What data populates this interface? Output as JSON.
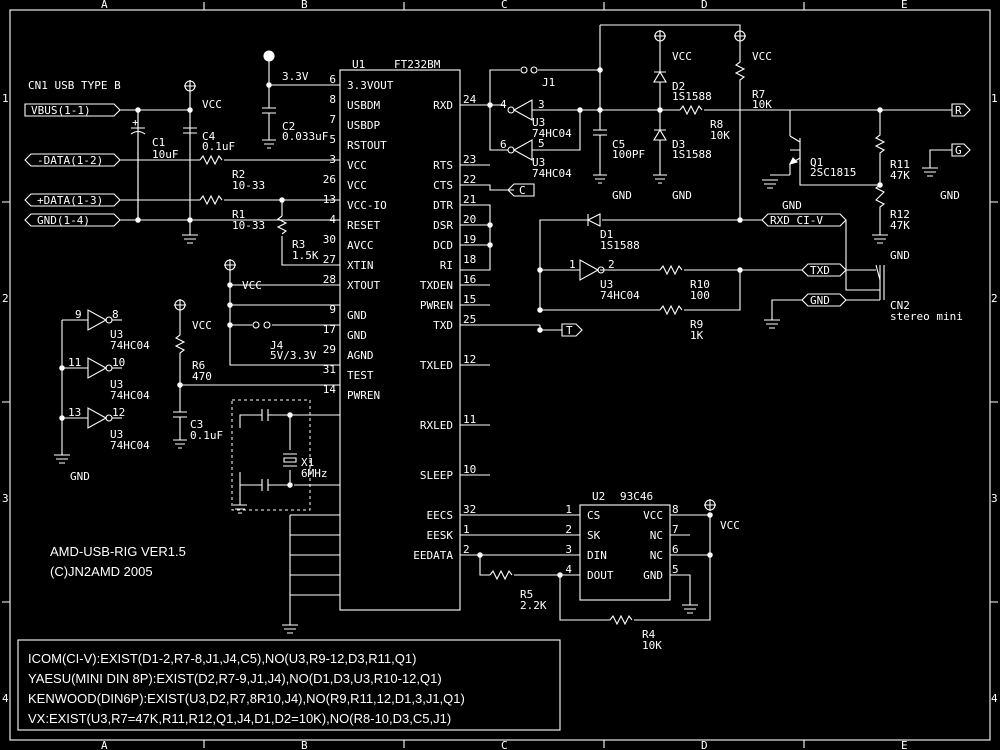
{
  "colors": {
    "background": "#000000",
    "line": "#ffffff"
  },
  "frame": {
    "cols": [
      "A",
      "B",
      "C",
      "D",
      "E"
    ],
    "rows": [
      "1",
      "2",
      "3",
      "4"
    ]
  },
  "title": {
    "line1": "AMD-USB-RIG VER1.5",
    "line2": "(C)JN2AMD 2005"
  },
  "notes": [
    "ICOM(CI-V):EXIST(D1-2,R7-8,J1,J4,C5),NO(U3,R9-12,D3,R11,Q1)",
    "YAESU(MINI DIN 8P):EXIST(D2,R7-9,J1,J4),NO(D1,D3,U3,R10-12,Q1)",
    "KENWOOD(DIN6P):EXIST(U3,D2,R7,8R10,J4),NO(R9,R11,12,D1,3,J1,Q1)",
    "VX:EXIST(U3,R7=47K,R11,R12,Q1,J4,D1,D2=10K),NO(R8-10,D3,C5,J1)"
  ],
  "u1": {
    "ref": "U1",
    "part": "FT232BM",
    "left_pins": [
      {
        "name": "3.3VOUT",
        "num": "6"
      },
      {
        "name": "USBDM",
        "num": "8"
      },
      {
        "name": "USBDP",
        "num": "7"
      },
      {
        "name": "RSTOUT",
        "num": "5"
      },
      {
        "name": "VCC",
        "num": "3"
      },
      {
        "name": "VCC",
        "num": "26"
      },
      {
        "name": "VCC-IO",
        "num": "13"
      },
      {
        "name": "RESET",
        "num": "4"
      },
      {
        "name": "AVCC",
        "num": "30"
      },
      {
        "name": "XTIN",
        "num": "27"
      },
      {
        "name": "XTOUT",
        "num": "28"
      },
      {
        "name": "GND",
        "num": "9"
      },
      {
        "name": "GND",
        "num": "17"
      },
      {
        "name": "AGND",
        "num": "29"
      },
      {
        "name": "TEST",
        "num": "31"
      },
      {
        "name": "PWREN",
        "num": "14"
      }
    ],
    "right_pins": [
      {
        "name": "RXD",
        "num": "24"
      },
      {
        "name": "RTS",
        "num": "23"
      },
      {
        "name": "CTS",
        "num": "22"
      },
      {
        "name": "DTR",
        "num": "21"
      },
      {
        "name": "DSR",
        "num": "20"
      },
      {
        "name": "DCD",
        "num": "19"
      },
      {
        "name": "RI",
        "num": "18"
      },
      {
        "name": "TXDEN",
        "num": "16"
      },
      {
        "name": "PWREN",
        "num": "15"
      },
      {
        "name": "TXD",
        "num": "25"
      },
      {
        "name": "TXLED",
        "num": "12"
      },
      {
        "name": "RXLED",
        "num": "11"
      },
      {
        "name": "SLEEP",
        "num": "10"
      },
      {
        "name": "EECS",
        "num": "32"
      },
      {
        "name": "EESK",
        "num": "1"
      },
      {
        "name": "EEDATA",
        "num": "2"
      }
    ]
  },
  "u2": {
    "ref": "U2",
    "part": "93C46",
    "left_pins": [
      {
        "name": "CS",
        "num": "1"
      },
      {
        "name": "SK",
        "num": "2"
      },
      {
        "name": "DIN",
        "num": "3"
      },
      {
        "name": "DOUT",
        "num": "4"
      }
    ],
    "right_pins": [
      {
        "name": "VCC",
        "num": "8"
      },
      {
        "name": "NC",
        "num": "7"
      },
      {
        "name": "NC",
        "num": "6"
      },
      {
        "name": "GND",
        "num": "5"
      }
    ]
  },
  "cn1": {
    "title": "CN1 USB TYPE B",
    "ports": [
      "VBUS(1-1)",
      "-DATA(1-2)",
      "+DATA(1-3)",
      "GND(1-4)"
    ]
  },
  "cn2": {
    "ref": "CN2",
    "desc": "stereo mini",
    "ports": [
      "RXD_CI-V",
      "TXD",
      "GND"
    ]
  },
  "ports": {
    "r": "R",
    "g": "G",
    "c": "C",
    "t": "T"
  },
  "labels": {
    "vcc": "VCC",
    "v33": "3.3V",
    "gnd": "GND",
    "c1": "C1",
    "c1v": "10uF",
    "c4": "C4",
    "c4v": "0.1uF",
    "c2": "C2",
    "c2v": "0.033uF",
    "c3": "C3",
    "c3v": "0.1uF",
    "c5": "C5",
    "c5v": "100PF",
    "r1": "R1",
    "r1v": "10-33",
    "r2": "R2",
    "r2v": "10-33",
    "r3": "R3",
    "r3v": "1.5K",
    "r4": "R4",
    "r4v": "10K",
    "r5": "R5",
    "r5v": "2.2K",
    "r6": "R6",
    "r6v": "470",
    "r7": "R7",
    "r7v": "10K",
    "r8": "R8",
    "r8v": "10K",
    "r9": "R9",
    "r9v": "1K",
    "r10": "R10",
    "r10v": "100",
    "r11": "R11",
    "r11v": "47K",
    "r12": "R12",
    "r12v": "47K",
    "d1": "D1",
    "d1v": "1S1588",
    "d2": "D2",
    "d2v": "1S1588",
    "d3": "D3",
    "d3v": "1S1588",
    "q1": "Q1",
    "q1v": "2SC1815",
    "j1": "J1",
    "j4": "J4",
    "j4v": "5V/3.3V",
    "x1": "X1",
    "x1v": "6MHz",
    "u3": "U3",
    "u3v": "74HC04",
    "n1": "1",
    "n2": "2",
    "n3": "3",
    "n4": "4",
    "n5": "5",
    "n6": "6",
    "n8": "8",
    "n9": "9",
    "n10": "10",
    "n11": "11",
    "n12": "12",
    "n13": "13"
  }
}
